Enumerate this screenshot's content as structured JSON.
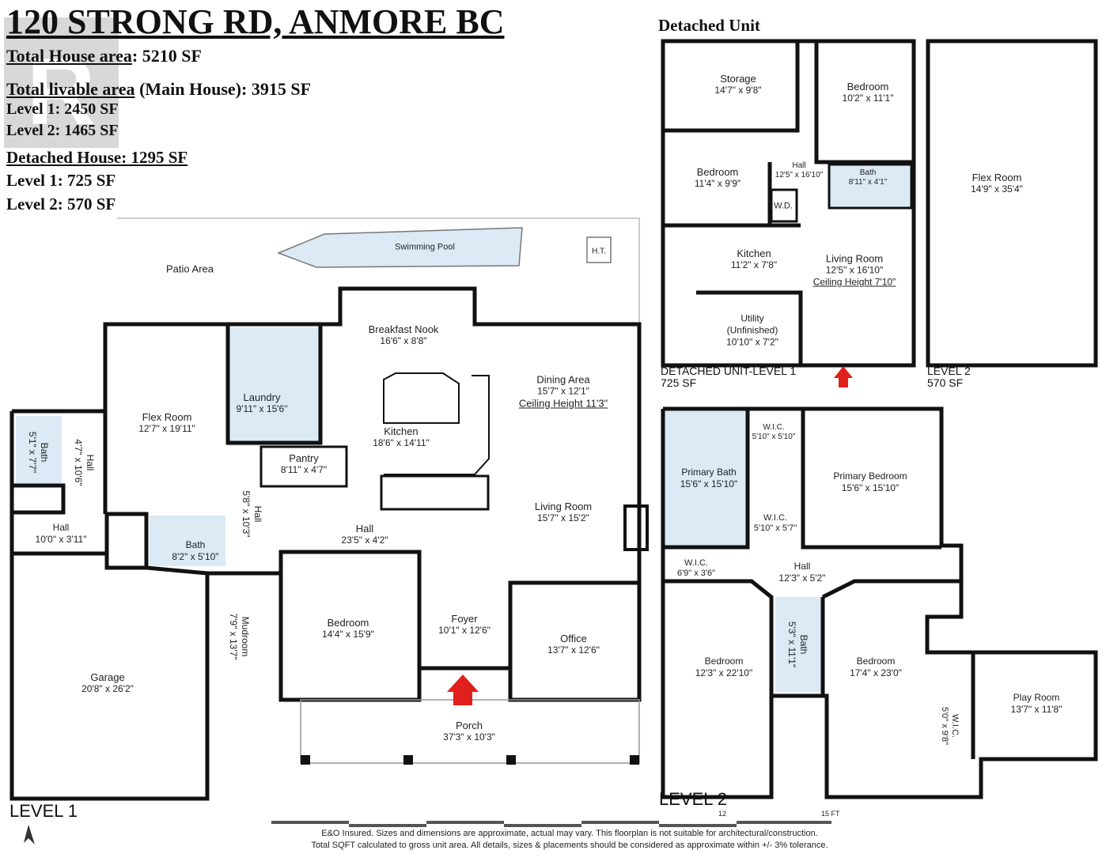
{
  "header": {
    "title": "120 STRONG RD, ANMORE BC",
    "total_house_label": "Total House area",
    "total_house_value": ": 5210 SF",
    "livable_label": "Total livable area",
    "livable_value": " (Main House): 3915 SF",
    "main_level1": "Level 1: 2450 SF",
    "main_level2": "Level 2: 1465 SF",
    "detached_label": "Detached House: 1295 SF",
    "det_level1": "Level 1: 725 SF",
    "det_level2": "Level 2: 570 SF"
  },
  "watermark": "REALTOR",
  "level1": {
    "label": "LEVEL 1",
    "rooms": [
      {
        "name": "Patio Area",
        "dim": ""
      },
      {
        "name": "Swimming Pool",
        "dim": ""
      },
      {
        "name": "H.T.",
        "dim": ""
      },
      {
        "name": "Breakfast Nook",
        "dim": "16'6\" x 8'8\""
      },
      {
        "name": "Dining Area",
        "dim": "15'7\" x 12'1\"",
        "note": "Ceiling Height 11'3\""
      },
      {
        "name": "Flex Room",
        "dim": "12'7\" x 19'11\""
      },
      {
        "name": "Laundry",
        "dim": "9'11\" x 15'6\""
      },
      {
        "name": "Kitchen",
        "dim": "18'6\" x 14'11\""
      },
      {
        "name": "Pantry",
        "dim": "8'11\" x 4'7\""
      },
      {
        "name": "Bath",
        "dim": "5'1\" x 7'7\""
      },
      {
        "name": "Hall",
        "dim": "4'7\" x 10'6\""
      },
      {
        "name": "Hall",
        "dim": "10'0\" x 3'11\""
      },
      {
        "name": "Bath",
        "dim": "8'2\" x 5'10\""
      },
      {
        "name": "Hall",
        "dim": "5'8\" x 10'3\""
      },
      {
        "name": "Hall",
        "dim": "23'5\" x 4'2\""
      },
      {
        "name": "Living Room",
        "dim": "15'7\" x 15'2\""
      },
      {
        "name": "Mudroom",
        "dim": "7'9\" x 13'7\""
      },
      {
        "name": "Bedroom",
        "dim": "14'4\" x 15'9\""
      },
      {
        "name": "Foyer",
        "dim": "10'1\" x 12'6\""
      },
      {
        "name": "Office",
        "dim": "13'7\" x 12'6\""
      },
      {
        "name": "Garage",
        "dim": "20'8\" x 26'2\""
      },
      {
        "name": "Porch",
        "dim": "37'3\" x 10'3\""
      }
    ]
  },
  "detached": {
    "title": "Detached Unit",
    "level1_label": "DETACHED UNIT-LEVEL 1",
    "level1_area": "725 SF",
    "level2_label": "LEVEL 2",
    "level2_area": "570 SF",
    "rooms": [
      {
        "name": "Storage",
        "dim": "14'7\" x 9'8\""
      },
      {
        "name": "Bedroom",
        "dim": "10'2\" x 11'1\""
      },
      {
        "name": "Flex Room",
        "dim": "14'9\" x 35'4\""
      },
      {
        "name": "Bedroom",
        "dim": "11'4\" x 9'9\""
      },
      {
        "name": "Hall",
        "dim": "12'5\" x 16'10\""
      },
      {
        "name": "Bath",
        "dim": "8'11\" x 4'1\""
      },
      {
        "name": "W.D.",
        "dim": ""
      },
      {
        "name": "Kitchen",
        "dim": "11'2\" x 7'8\""
      },
      {
        "name": "Living Room",
        "dim": "12'5\" x 16'10\"",
        "note": "Ceiling Height 7'10\""
      },
      {
        "name": "Utility",
        "dim": "(Unfinished)",
        "dim2": "10'10\" x 7'2\""
      }
    ]
  },
  "level2": {
    "label": "LEVEL 2",
    "rooms": [
      {
        "name": "W.I.C.",
        "dim": "5'10\" x 5'10\""
      },
      {
        "name": "Primary Bath",
        "dim": "15'6\" x 15'10\""
      },
      {
        "name": "Primary Bedroom",
        "dim": "15'6\" x 15'10\""
      },
      {
        "name": "W.I.C.",
        "dim": "5'10\" x 5'7\""
      },
      {
        "name": "W.I.C.",
        "dim": "6'9\" x 3'6\""
      },
      {
        "name": "Hall",
        "dim": "12'3\" x 5'2\""
      },
      {
        "name": "Bath",
        "dim": "5'3\" x 11'1\""
      },
      {
        "name": "Bedroom",
        "dim": "12'3\" x 22'10\""
      },
      {
        "name": "Bedroom",
        "dim": "17'4\" x 23'0\""
      },
      {
        "name": "Play Room",
        "dim": "13'7\" x 11'8\""
      },
      {
        "name": "W.I.C.",
        "dim": "5'0\" x 9'8\""
      }
    ]
  },
  "scale": {
    "tick1": "12",
    "tick2": "15 FT"
  },
  "disclaimer": {
    "line1": "E&O Insured. Sizes and dimensions are approximate, actual may vary. This floorplan is not suitable for architectural/construction.",
    "line2": "Total SQFT calculated to gross unit area. All details, sizes & placements should be considered as approximate within +/- 3% tolerance."
  },
  "colors": {
    "wall": "#111111",
    "bath_fill": "#dbeaf5",
    "arrow": "#e0201c",
    "pool": "#dbeaf5"
  }
}
